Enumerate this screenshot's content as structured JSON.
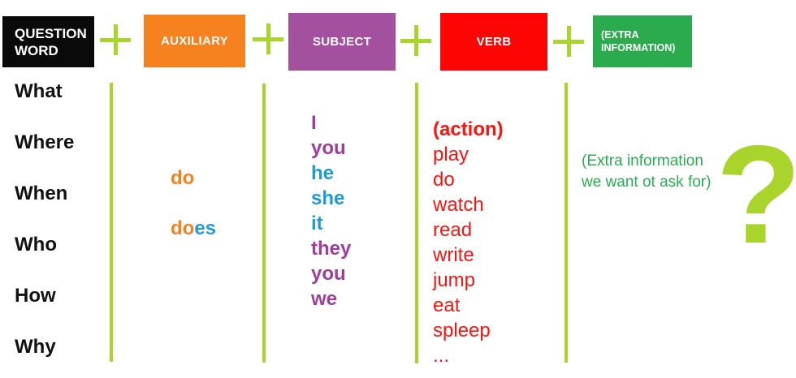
{
  "palette": {
    "accent_lime": "#a9d42c",
    "box_black": "#0a0a0a",
    "box_orange": "#f6821f",
    "box_purple": "#a3509f",
    "box_red": "#fe0505",
    "box_green": "#2bab4e",
    "text_blue": "#1f9ad6",
    "text_purple": "#a03c9c",
    "text_red": "#fb1511",
    "text_green": "#2aae50"
  },
  "header": {
    "boxes": {
      "question_word": "QUESTION\nWORD",
      "auxiliary": "AUXILIARY",
      "subject": "SUBJECT",
      "verb": "VERB",
      "extra_information": "(EXTRA\nINFORMATION)"
    },
    "plus_icon": "plus-sign"
  },
  "columns": {
    "question_words": {
      "items": [
        "What",
        "Where",
        "When",
        "Who",
        "How",
        "Why"
      ]
    },
    "auxiliary": {
      "do": "do",
      "does_prefix": "do",
      "does_suffix": "es"
    },
    "subjects": {
      "items": [
        {
          "text": "I",
          "color": "purple"
        },
        {
          "text": "you",
          "color": "purple"
        },
        {
          "text": "he",
          "color": "blue"
        },
        {
          "text": "she",
          "color": "blue"
        },
        {
          "text": "it",
          "color": "blue"
        },
        {
          "text": "they",
          "color": "purple"
        },
        {
          "text": "you",
          "color": "purple"
        },
        {
          "text": "we",
          "color": "purple"
        }
      ]
    },
    "verbs": {
      "heading": "(action)",
      "items": [
        "play",
        "do",
        "watch",
        "read",
        "write",
        "jump",
        "eat",
        "spleep",
        "..."
      ]
    },
    "extra_info": {
      "note": "(Extra information\nwe want ot ask for)"
    },
    "question_mark": "?"
  }
}
